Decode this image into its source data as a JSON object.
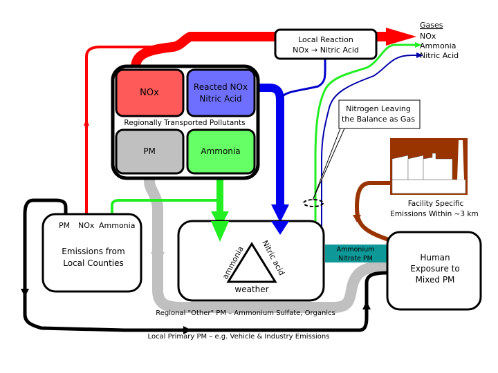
{
  "colors": {
    "nox_red": "#ff0000",
    "nox_box": "#ff5a5a",
    "nitric_blue": "#0000ee",
    "reacted_box": "#6f6fff",
    "ammonia_green": "#22ee22",
    "ammonia_box": "#66ff66",
    "pm_gray": "#c0c0c0",
    "facility_brown": "#993300",
    "ammonium_nitrate_teal": "#0f9898",
    "outline": "#000000"
  },
  "regional_box": {
    "label": "Regionally Transported Pollutants",
    "nox": "NOx",
    "reacted_line1": "Reacted NOx",
    "reacted_line2": "Nitric Acid",
    "pm": "PM",
    "ammonia": "Ammonia"
  },
  "local_reaction": {
    "line1": "Local Reaction",
    "line2": "NOx → Nitric Acid"
  },
  "gases": {
    "heading": "Gases",
    "items": [
      "NOx",
      "Ammonia",
      "Nitric Acid"
    ]
  },
  "nitrogen_callout": {
    "line1": "Nitrogen Leaving",
    "line2": "the Balance as Gas"
  },
  "facility": {
    "line1": "Facility Specific",
    "line2": "Emissions Within ~3 km"
  },
  "local_emissions": {
    "inputs": [
      "PM",
      "NOx",
      "Ammonia"
    ],
    "line1": "Emissions from",
    "line2": "Local Counties"
  },
  "reaction_triangle": {
    "left": "ammonia",
    "right": "Nitric acid",
    "bottom": "weather"
  },
  "ammonium_nitrate": {
    "line1": "Ammonium",
    "line2": "Nitrate PM"
  },
  "human_exposure": {
    "line1": "Human",
    "line2": "Exposure to",
    "line3": "Mixed PM"
  },
  "flows": {
    "regional_other_pm": "Regional \"Other\" PM – Ammonium Sulfate, Organics",
    "local_primary_pm": "Local Primary PM – e.g. Vehicle & Industry Emissions"
  }
}
